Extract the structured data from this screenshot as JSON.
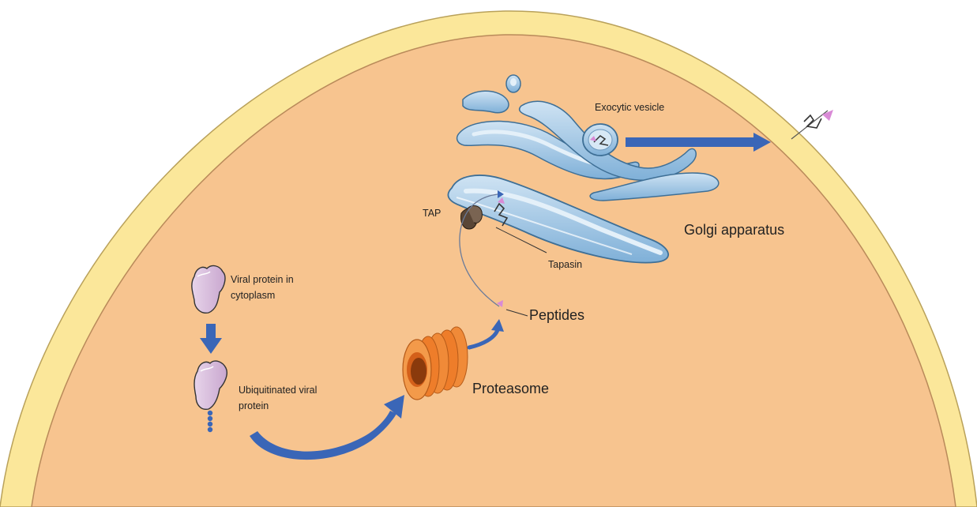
{
  "labels": {
    "viral_protein": [
      "Viral protein in",
      "cytoplasm"
    ],
    "ubiquitinated": [
      "Ubiquitinated viral",
      "protein"
    ],
    "proteasome": "Proteasome",
    "peptides": "Peptides",
    "tap": "TAP",
    "tapasin": "Tapasin",
    "golgi": "Golgi apparatus",
    "exocytic_vesicle": "Exocytic vesicle"
  },
  "colors": {
    "cytoplasm": "#f7c48f",
    "membrane": "#fbe79a",
    "membrane_edge": "#b9a15a",
    "golgi_fill": "#9cc3e2",
    "golgi_edge": "#3e6f96",
    "golgi_light": "#cfe3f3",
    "arrow_blue": "#3a66b7",
    "proteasome": "#ee7d2a",
    "proteasome_dark": "#8a3a0c",
    "protein_fill": "#e3cde6",
    "peptide": "#d98ad6",
    "tap": "#5a4636"
  }
}
